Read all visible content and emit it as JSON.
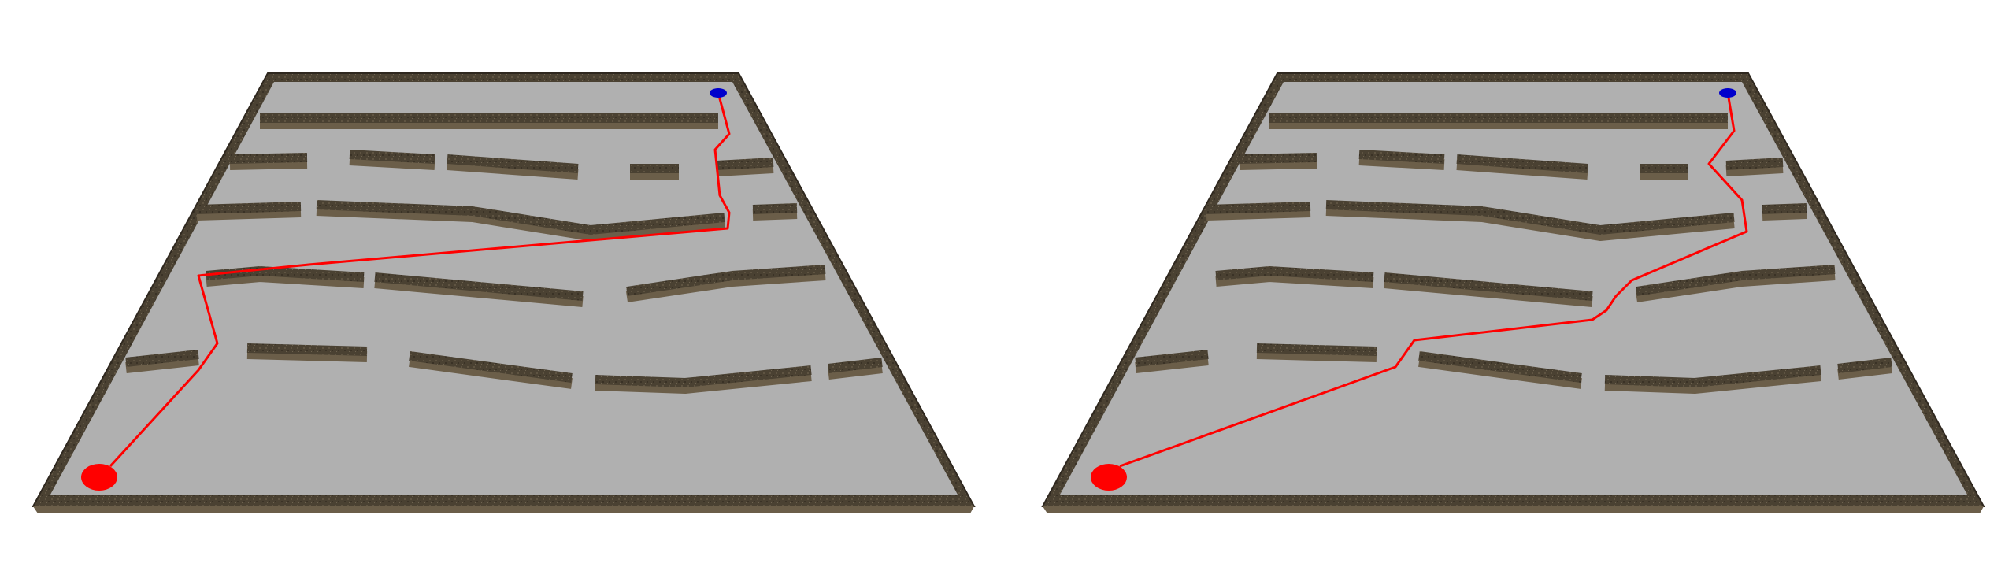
{
  "colors": {
    "background": "#ffffff",
    "floor": "#b0b0b0",
    "wall_top": "#4a4132",
    "wall_side": "#6b5e49",
    "wall_dark": "#2f281f",
    "path": "#ff0000",
    "start_marker": "#ff0000",
    "goal_marker": "#0000cc"
  },
  "panels": [
    {
      "id": "left",
      "start_marker": "red-circle",
      "goal_marker": "blue-circle",
      "path_shown": true
    },
    {
      "id": "right",
      "start_marker": "red-circle",
      "goal_marker": "blue-circle",
      "path_shown": true
    }
  ]
}
